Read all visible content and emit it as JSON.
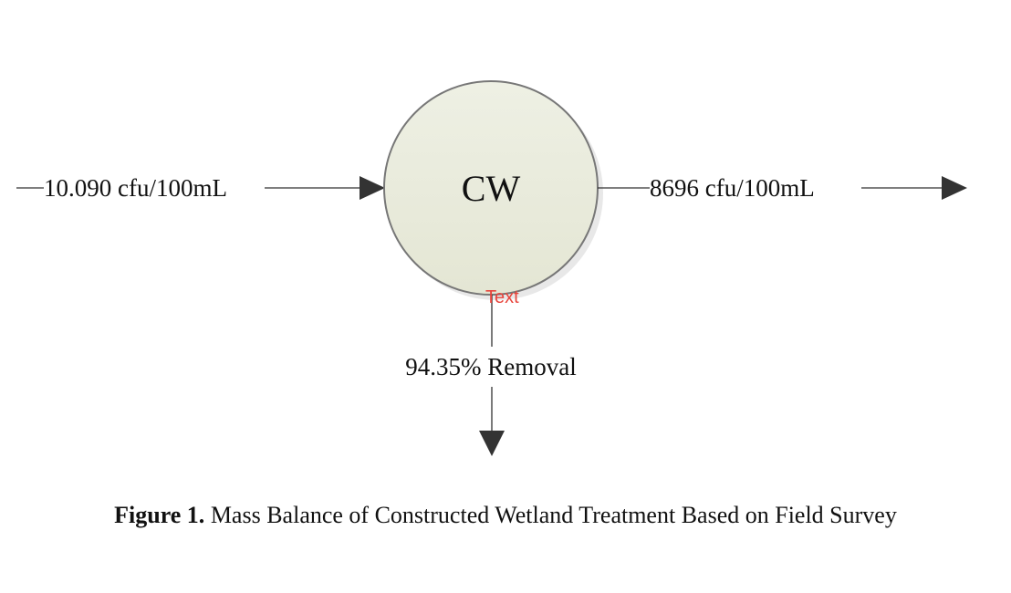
{
  "diagram": {
    "node_label": "CW",
    "inflow_label": "10.090 cfu/100mL",
    "outflow_label": "8696 cfu/100mL",
    "removal_label": "94.35% Removal",
    "placeholder_label": "Text",
    "node_fill": "#eceee0",
    "placeholder_color": "#e8453c"
  },
  "caption": {
    "prefix": "Figure 1.",
    "text": " Mass Balance of Constructed Wetland Treatment Based on Field Survey"
  }
}
